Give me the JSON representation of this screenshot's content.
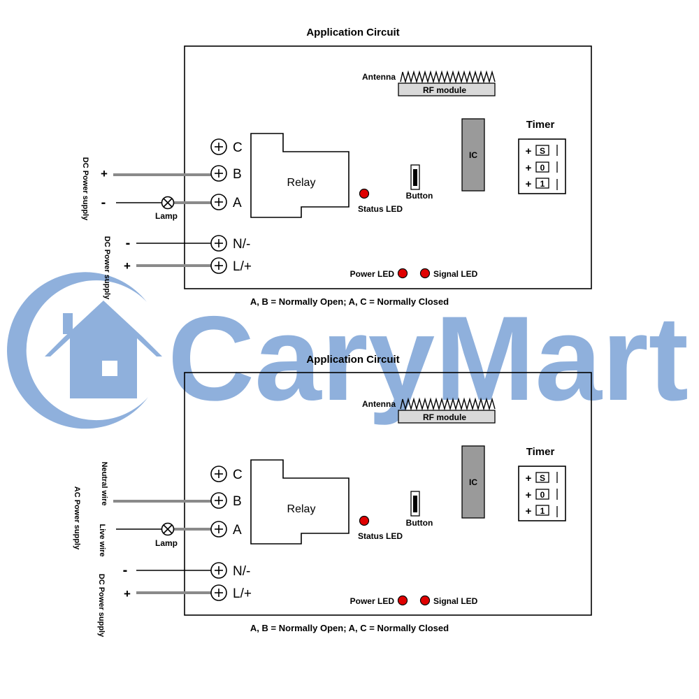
{
  "watermark": {
    "text": "CaryMart",
    "color": "#8fb0dc"
  },
  "circuits": [
    {
      "title": "Application Circuit",
      "caption": "A, B = Normally Open; A, C = Normally Closed",
      "antenna_label": "Antenna",
      "rf_label": "RF module",
      "ic_label": "IC",
      "relay_label": "Relay",
      "button_label": "Button",
      "status_led_label": "Status LED",
      "power_led_label": "Power LED",
      "signal_led_label": "Signal LED",
      "timer_label": "Timer",
      "timer_rows": [
        {
          "sign": "+",
          "key": "S"
        },
        {
          "sign": "+",
          "key": "0"
        },
        {
          "sign": "+",
          "key": "1"
        }
      ],
      "terminals": [
        "C",
        "B",
        "A",
        "N/-",
        "L/+"
      ],
      "lamp_label": "Lamp",
      "load_supply_label": "DC Power supply",
      "load_plus": "+",
      "load_minus": "-",
      "module_supply_label": "DC Power supply",
      "module_minus": "-",
      "module_plus": "+"
    },
    {
      "title": "Application Circuit",
      "caption": "A, B = Normally Open; A, C = Normally Closed",
      "antenna_label": "Antenna",
      "rf_label": "RF module",
      "ic_label": "IC",
      "relay_label": "Relay",
      "button_label": "Button",
      "status_led_label": "Status LED",
      "power_led_label": "Power LED",
      "signal_led_label": "Signal LED",
      "timer_label": "Timer",
      "timer_rows": [
        {
          "sign": "+",
          "key": "S"
        },
        {
          "sign": "+",
          "key": "0"
        },
        {
          "sign": "+",
          "key": "1"
        }
      ],
      "terminals": [
        "C",
        "B",
        "A",
        "N/-",
        "L/+"
      ],
      "lamp_label": "Lamp",
      "load_supply_label": "AC Power supply",
      "neutral_label": "Neutral wire",
      "live_label": "Live wire",
      "module_supply_label": "DC Power supply",
      "module_minus": "-",
      "module_plus": "+"
    }
  ]
}
